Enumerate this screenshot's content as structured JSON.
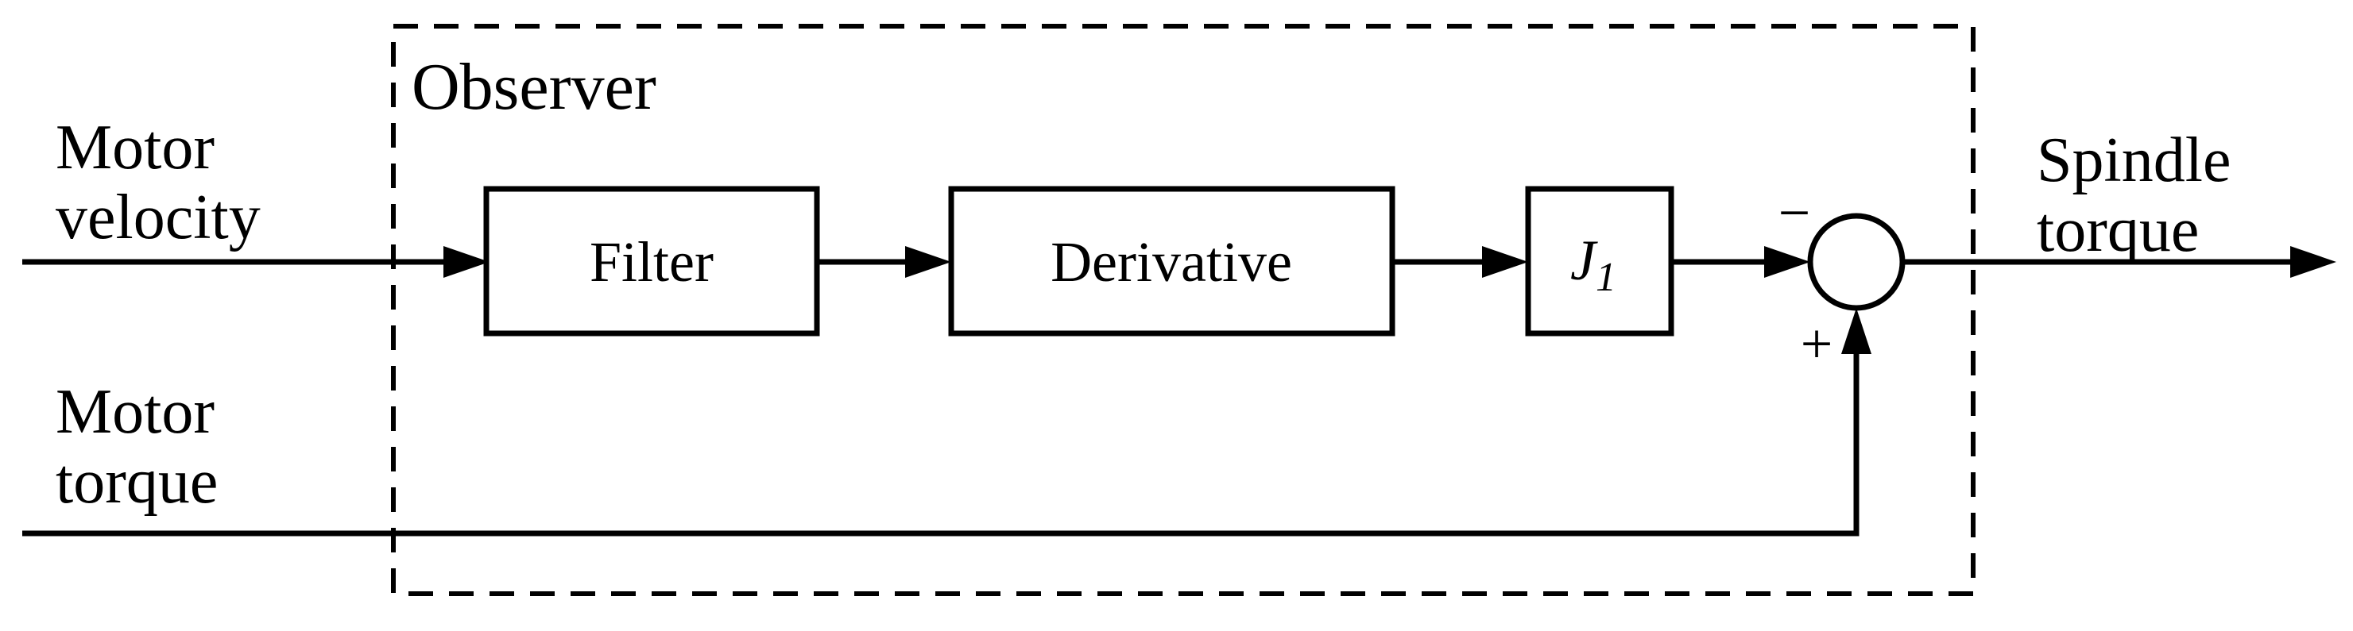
{
  "colors": {
    "ink": "#000000",
    "background": "#ffffff"
  },
  "observer": {
    "label": "Observer"
  },
  "inputs": {
    "motor_velocity": {
      "line1": "Motor",
      "line2": "velocity"
    },
    "motor_torque": {
      "line1": "Motor",
      "line2": "torque"
    }
  },
  "output": {
    "spindle_torque": {
      "line1": "Spindle",
      "line2": "torque"
    }
  },
  "blocks": {
    "filter": {
      "label": "Filter"
    },
    "derivative": {
      "label": "Derivative"
    },
    "inertia": {
      "label_main": "J",
      "label_sub": "1"
    }
  },
  "summing_junction": {
    "upper_input_sign": "−",
    "lower_input_sign": "+"
  }
}
